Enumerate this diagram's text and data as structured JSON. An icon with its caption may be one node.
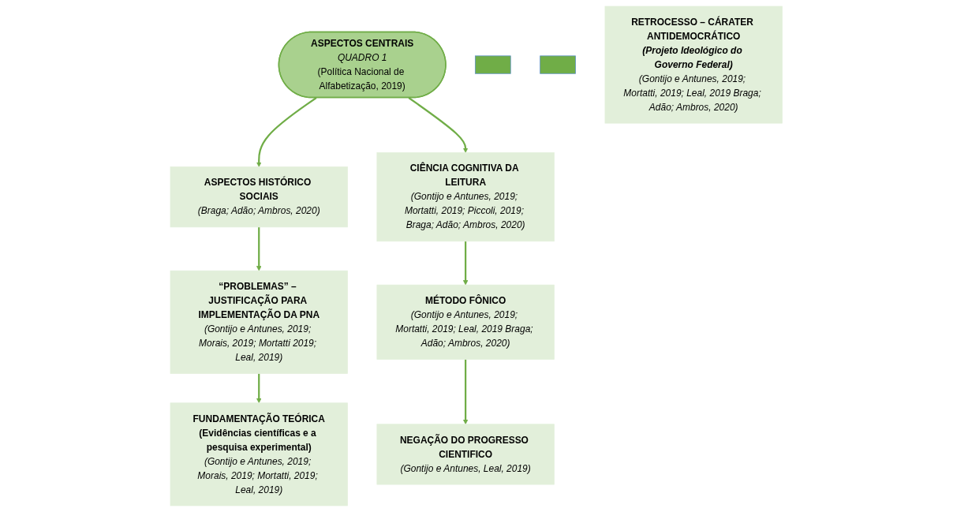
{
  "diagram": {
    "nodes": [
      {
        "text": [
          "ASPECTOS CENTRAIS",
          "QUADRO 1",
          "(Política Nacional de Alfabetização, 2019)"
        ]
      },
      {
        "text": [
          "ASPECTOS HISTÓRICO SOCIAIS",
          "(Braga; Adão; Ambros, 2020)"
        ]
      },
      {
        "text": [
          "“PROBLEMAS” – JUSTIFICAÇÃO PARA IMPLEMENTAÇÃO DA PNA",
          "(Gontijo e Antunes, 2019; Morais, 2019; Mortatti 2019; Leal, 2019)"
        ]
      },
      {
        "text": [
          "FUNDAMENTAÇÃO TEÓRICA",
          "(Evidências científicas e a pesquisa experimental)",
          "(Gontijo e Antunes, 2019; Morais, 2019; Mortatti, 2019; Leal, 2019)"
        ]
      },
      {
        "text": [
          "CIÊNCIA COGNITIVA DA LEITURA",
          "(Gontijo e Antunes, 2019; Mortatti, 2019; Piccoli, 2019; Braga; Adão; Ambros, 2020)"
        ]
      },
      {
        "text": [
          "MÉTODO FÔNICO",
          "(Gontijo e Antunes, 2019; Mortatti, 2019; Leal, 2019 Braga; Adão; Ambros, 2020)"
        ]
      },
      {
        "text": [
          "NEGAÇÃO DO PROGRESSO CIENTIFICO",
          "(Gontijo e Antunes, Leal, 2019)"
        ]
      },
      {
        "text": [],
        "shape": "bar"
      },
      {
        "text": [],
        "shape": "bar"
      },
      {
        "text": [
          "RETROCESSO – CÁRATER ANTIDEMOCRÁTICO",
          "(Projeto Ideológico do Governo Federal)",
          "(Gontijo e Antunes, 2019; Mortatti, 2019; Leal, 2019 Braga; Adão; Ambros, 2020)"
        ]
      }
    ],
    "edges": [
      {
        "from": 0,
        "to": 1,
        "arrow": "to"
      },
      {
        "from": 0,
        "to": 4,
        "arrow": "to"
      },
      {
        "from": 1,
        "to": 2,
        "arrow": "to"
      },
      {
        "from": 2,
        "to": 3,
        "arrow": "to"
      },
      {
        "from": 4,
        "to": 5,
        "arrow": "to"
      },
      {
        "from": 5,
        "to": 6,
        "arrow": "to"
      }
    ]
  }
}
